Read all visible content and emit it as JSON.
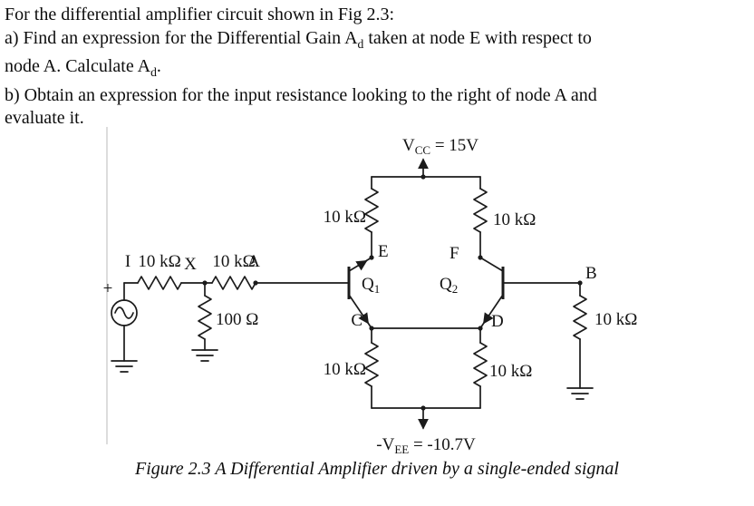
{
  "problem": {
    "intro": "For the differential amplifier circuit shown in Fig 2.3:",
    "a_text_1": "a) Find an expression for the Differential Gain A",
    "a_sub_1": "d",
    "a_text_2": " taken at node E with respect to",
    "a_text_3": "node A. Calculate A",
    "a_sub_2": "d",
    "a_text_4": ".",
    "b_text_1": "b) Obtain an expression for the input resistance looking to the right of node A and",
    "b_text_2": "evaluate it."
  },
  "circuit": {
    "supplies": {
      "vcc_prefix": "V",
      "vcc_sub": "CC",
      "vcc_value": " = 15V",
      "vee_prefix": "-V",
      "vee_sub": "EE",
      "vee_value": " = -10.7V"
    },
    "resistors": {
      "rc_left": "10 kΩ",
      "rc_right": "10 kΩ",
      "re_left": "10 kΩ",
      "re_right": "10 kΩ",
      "rin_first": "10 kΩ",
      "rin_second": "10 kΩ",
      "r_shunt": "100 Ω",
      "r_base_right": "10 kΩ"
    },
    "nodes": {
      "i": "I",
      "x": "X",
      "a": "A",
      "b": "B",
      "c": "C",
      "d": "D",
      "e": "E",
      "f": "F"
    },
    "transistors": {
      "q1_prefix": "Q",
      "q1_sub": "1",
      "q2_prefix": "Q",
      "q2_sub": "2"
    },
    "source_polarity": "+"
  },
  "caption": "Figure 2.3 A Differential Amplifier driven by a single-ended signal"
}
